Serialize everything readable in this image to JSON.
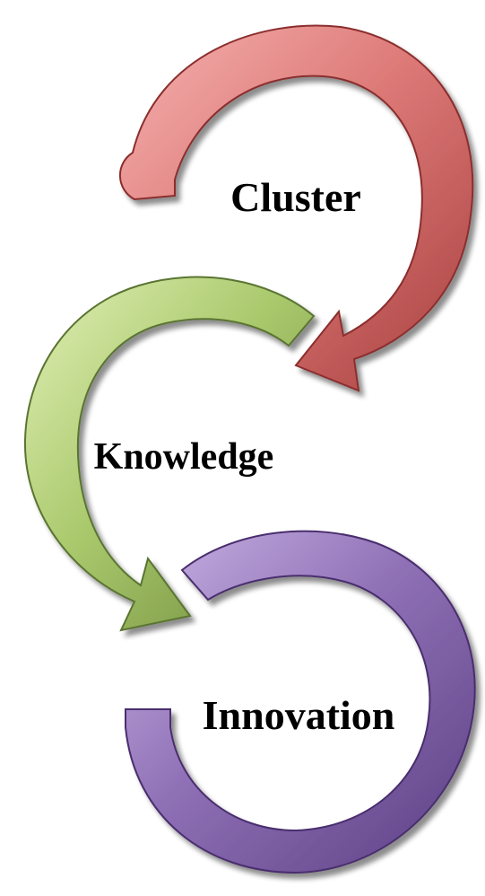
{
  "diagram": {
    "nodes": [
      {
        "label": "Cluster",
        "color": "#d9706f"
      },
      {
        "label": "Knowledge",
        "color": "#a8c66c"
      },
      {
        "label": "Innovation",
        "color": "#8a6bb0"
      }
    ]
  }
}
